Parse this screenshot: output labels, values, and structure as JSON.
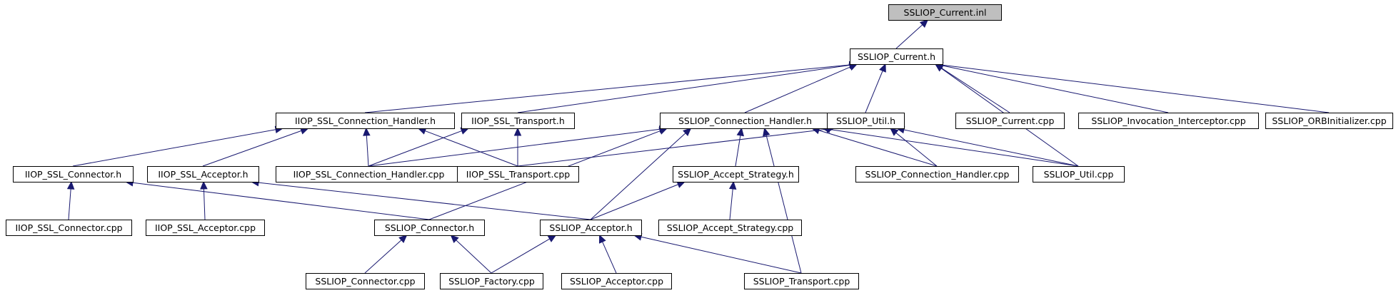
{
  "diagram": {
    "colors": {
      "edge": "#191970",
      "root_fill": "#bfbfbf",
      "node_fill": "#ffffff",
      "border": "#000000"
    },
    "nodes": [
      {
        "id": "current_inl",
        "label": "SSLIOP_Current.inl",
        "root": true
      },
      {
        "id": "current_h",
        "label": "SSLIOP_Current.h"
      },
      {
        "id": "iiop_conn_handler_h",
        "label": "IIOP_SSL_Connection_Handler.h"
      },
      {
        "id": "iiop_transport_h",
        "label": "IIOP_SSL_Transport.h"
      },
      {
        "id": "ssliop_conn_handler_h",
        "label": "SSLIOP_Connection_Handler.h"
      },
      {
        "id": "ssliop_util_h",
        "label": "SSLIOP_Util.h"
      },
      {
        "id": "current_cpp",
        "label": "SSLIOP_Current.cpp"
      },
      {
        "id": "invocation_interceptor_cpp",
        "label": "SSLIOP_Invocation_Interceptor.cpp"
      },
      {
        "id": "orbinitializer_cpp",
        "label": "SSLIOP_ORBInitializer.cpp"
      },
      {
        "id": "iiop_connector_h",
        "label": "IIOP_SSL_Connector.h"
      },
      {
        "id": "iiop_acceptor_h",
        "label": "IIOP_SSL_Acceptor.h"
      },
      {
        "id": "iiop_conn_handler_cpp",
        "label": "IIOP_SSL_Connection_Handler.cpp"
      },
      {
        "id": "iiop_transport_cpp",
        "label": "IIOP_SSL_Transport.cpp"
      },
      {
        "id": "accept_strategy_h",
        "label": "SSLIOP_Accept_Strategy.h"
      },
      {
        "id": "ssliop_conn_handler_cpp",
        "label": "SSLIOP_Connection_Handler.cpp"
      },
      {
        "id": "ssliop_util_cpp",
        "label": "SSLIOP_Util.cpp"
      },
      {
        "id": "iiop_connector_cpp",
        "label": "IIOP_SSL_Connector.cpp"
      },
      {
        "id": "iiop_acceptor_cpp",
        "label": "IIOP_SSL_Acceptor.cpp"
      },
      {
        "id": "ssliop_connector_h",
        "label": "SSLIOP_Connector.h"
      },
      {
        "id": "ssliop_acceptor_h",
        "label": "SSLIOP_Acceptor.h"
      },
      {
        "id": "accept_strategy_cpp",
        "label": "SSLIOP_Accept_Strategy.cpp"
      },
      {
        "id": "ssliop_connector_cpp",
        "label": "SSLIOP_Connector.cpp"
      },
      {
        "id": "factory_cpp",
        "label": "SSLIOP_Factory.cpp"
      },
      {
        "id": "ssliop_acceptor_cpp",
        "label": "SSLIOP_Acceptor.cpp"
      },
      {
        "id": "ssliop_transport_cpp",
        "label": "SSLIOP_Transport.cpp"
      }
    ],
    "edges": [
      {
        "from": "current_h",
        "to": "current_inl"
      },
      {
        "from": "iiop_conn_handler_h",
        "to": "current_h"
      },
      {
        "from": "iiop_transport_h",
        "to": "current_h"
      },
      {
        "from": "ssliop_conn_handler_h",
        "to": "current_h"
      },
      {
        "from": "ssliop_util_h",
        "to": "current_h"
      },
      {
        "from": "current_cpp",
        "to": "current_h"
      },
      {
        "from": "invocation_interceptor_cpp",
        "to": "current_h"
      },
      {
        "from": "orbinitializer_cpp",
        "to": "current_h"
      },
      {
        "from": "ssliop_util_cpp",
        "to": "current_h"
      },
      {
        "from": "iiop_connector_h",
        "to": "iiop_conn_handler_h"
      },
      {
        "from": "iiop_acceptor_h",
        "to": "iiop_conn_handler_h"
      },
      {
        "from": "iiop_conn_handler_cpp",
        "to": "iiop_conn_handler_h"
      },
      {
        "from": "iiop_transport_cpp",
        "to": "iiop_conn_handler_h"
      },
      {
        "from": "iiop_conn_handler_cpp",
        "to": "iiop_transport_h"
      },
      {
        "from": "iiop_transport_cpp",
        "to": "iiop_transport_h"
      },
      {
        "from": "iiop_conn_handler_cpp",
        "to": "ssliop_conn_handler_h"
      },
      {
        "from": "accept_strategy_h",
        "to": "ssliop_conn_handler_h"
      },
      {
        "from": "ssliop_conn_handler_cpp",
        "to": "ssliop_conn_handler_h"
      },
      {
        "from": "ssliop_util_cpp",
        "to": "ssliop_conn_handler_h"
      },
      {
        "from": "ssliop_connector_h",
        "to": "ssliop_conn_handler_h"
      },
      {
        "from": "ssliop_acceptor_h",
        "to": "ssliop_conn_handler_h"
      },
      {
        "from": "ssliop_transport_cpp",
        "to": "ssliop_conn_handler_h"
      },
      {
        "from": "iiop_transport_cpp",
        "to": "ssliop_util_h"
      },
      {
        "from": "ssliop_conn_handler_cpp",
        "to": "ssliop_util_h"
      },
      {
        "from": "ssliop_util_cpp",
        "to": "ssliop_util_h"
      },
      {
        "from": "iiop_connector_cpp",
        "to": "iiop_connector_h"
      },
      {
        "from": "ssliop_connector_h",
        "to": "iiop_connector_h"
      },
      {
        "from": "iiop_acceptor_cpp",
        "to": "iiop_acceptor_h"
      },
      {
        "from": "ssliop_acceptor_h",
        "to": "iiop_acceptor_h"
      },
      {
        "from": "ssliop_acceptor_h",
        "to": "accept_strategy_h"
      },
      {
        "from": "accept_strategy_cpp",
        "to": "accept_strategy_h"
      },
      {
        "from": "ssliop_connector_cpp",
        "to": "ssliop_connector_h"
      },
      {
        "from": "factory_cpp",
        "to": "ssliop_connector_h"
      },
      {
        "from": "factory_cpp",
        "to": "ssliop_acceptor_h"
      },
      {
        "from": "ssliop_acceptor_cpp",
        "to": "ssliop_acceptor_h"
      },
      {
        "from": "ssliop_transport_cpp",
        "to": "ssliop_acceptor_h"
      }
    ]
  }
}
